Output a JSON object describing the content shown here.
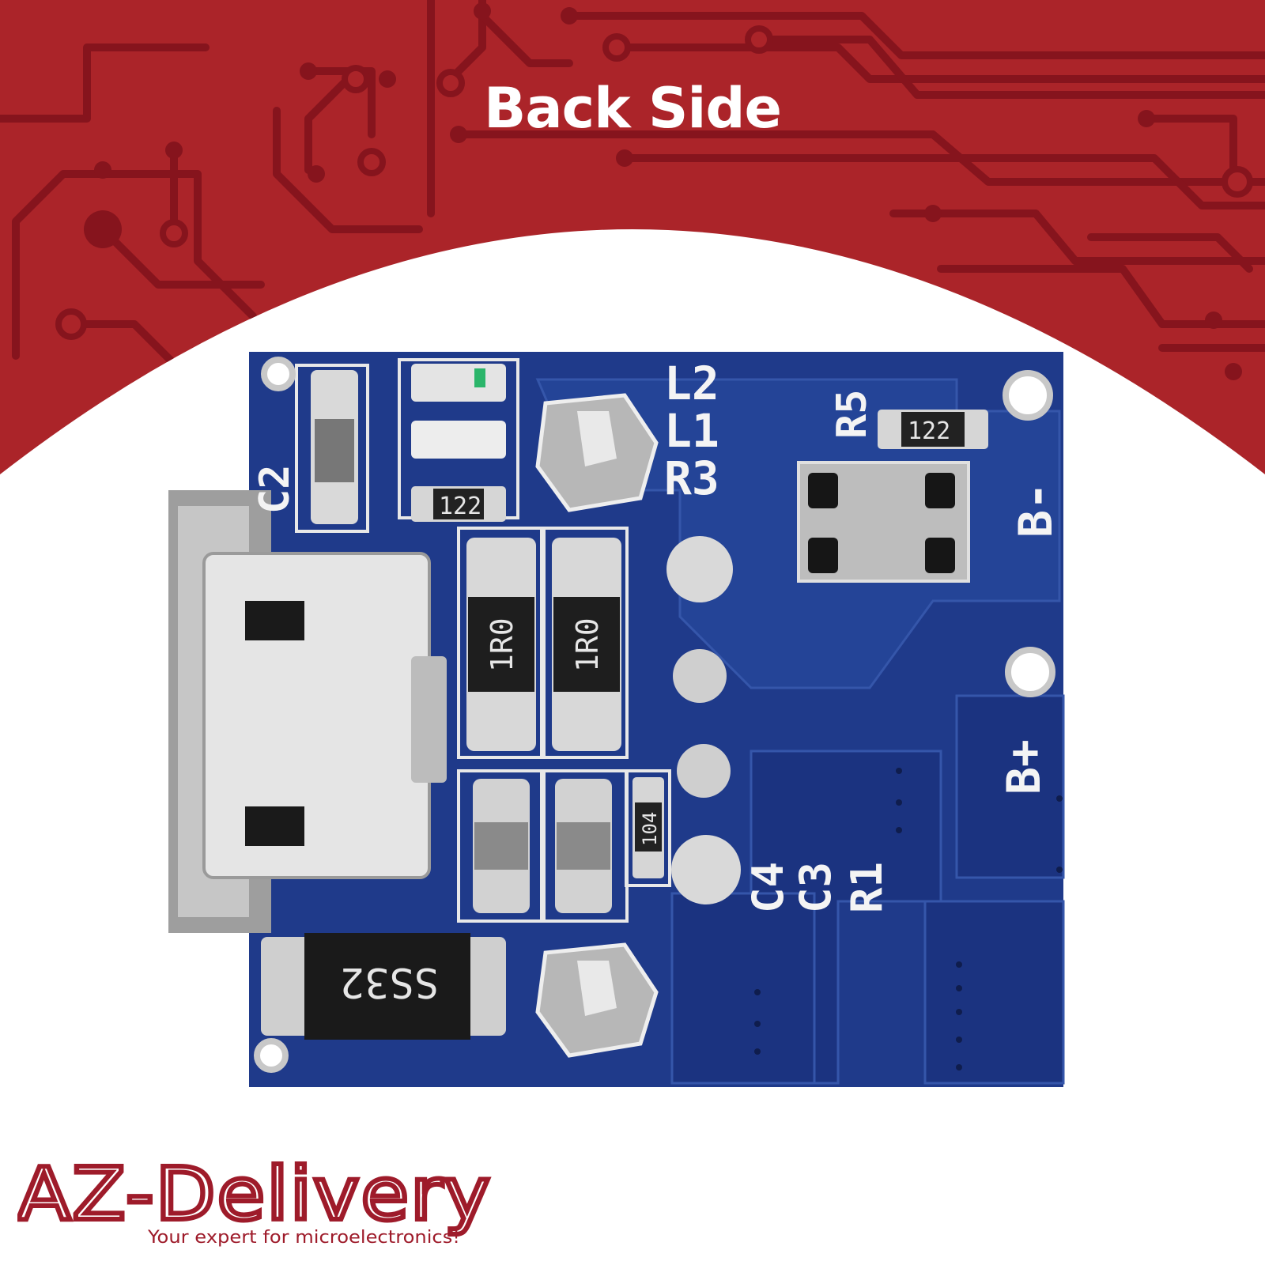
{
  "headline": "Back Side",
  "brand": {
    "logo_text": "AZ-Delivery",
    "tagline": "Your expert for microelectronics!"
  },
  "pcb": {
    "silkscreen": [
      "L2",
      "L1",
      "R3",
      "R5",
      "C2",
      "B-",
      "B+",
      "C4",
      "C3",
      "R1"
    ],
    "component_markings": [
      "122",
      "122",
      "1R0",
      "1R0",
      "104",
      "SS32"
    ]
  },
  "colors": {
    "background_red": "#ab2429",
    "trace_red": "#86141d",
    "pcb_blue": "#1f3a8a",
    "pcb_blue_dark": "#19307a",
    "brand_red": "#9e1b2a",
    "silk": "#f4f4f4"
  }
}
